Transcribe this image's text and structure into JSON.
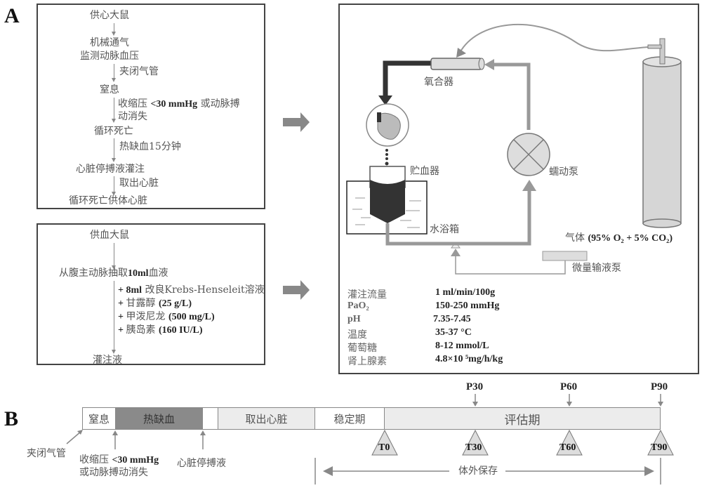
{
  "panel_a": {
    "label": "A",
    "donor_heart": {
      "steps": [
        "供心大鼠",
        "机械通气",
        "监测动脉血压",
        "窒息",
        "循环死亡",
        "心脏停搏液灌注",
        "循环死亡供体心脏"
      ],
      "transitions": [
        "夹闭气管",
        "收缩压",
        "<30 mmHg",
        "或动脉搏",
        "动消失",
        "热缺血15分钟",
        "取出心脏"
      ]
    },
    "donor_blood": {
      "steps": [
        "供血大鼠",
        "灌注液"
      ],
      "draw_prefix": "从腹主动脉抽取",
      "draw_amount": "10ml",
      "draw_suffix": "血液",
      "additives": [
        {
          "prefix": "+ ",
          "bold_amount": "8ml",
          "name": " 改良Krebs-Henseleit溶液",
          "conc": ""
        },
        {
          "prefix": "+ ",
          "bold_amount": "",
          "name": "甘露醇 ",
          "conc": "(25 g/L)"
        },
        {
          "prefix": "+ ",
          "bold_amount": "",
          "name": "甲泼尼龙 ",
          "conc": "(500 mg/L)"
        },
        {
          "prefix": "+ ",
          "bold_amount": "",
          "name": "胰岛素 ",
          "conc": "(160 IU/L)"
        }
      ]
    },
    "apparatus": {
      "oxygenator": "氧合器",
      "reservoir": "贮血器",
      "water_bath": "水浴箱",
      "peristaltic_pump": "蠕动泵",
      "micro_pump": "微量输液泵",
      "gas_prefix": "气体",
      "gas_composition": "(95% O₂ + 5% CO₂)"
    },
    "parameters": [
      {
        "name": "灌注流量",
        "value": "1 ml/min/100g",
        "name_bold": false
      },
      {
        "name": "PaO₂",
        "value": "150-250 mmHg",
        "name_bold": true
      },
      {
        "name": "pH",
        "value": "7.35-7.45",
        "name_bold": true
      },
      {
        "name": "温度",
        "value": "35-37 °C",
        "name_bold": false
      },
      {
        "name": "葡萄糖",
        "value": "8-12 mmol/L",
        "name_bold": false
      },
      {
        "name": "肾上腺素",
        "value": "4.8×10 ⁵mg/h/kg",
        "name_bold": false
      }
    ]
  },
  "panel_b": {
    "label": "B",
    "segments": [
      "窒息",
      "热缺血",
      "",
      "取出心脏",
      "稳定期",
      "评估期"
    ],
    "annotations": {
      "clamp": "夹闭气管",
      "sbp_prefix": "收缩压",
      "sbp_value": "<30 mmHg",
      "sbp_line2": "或动脉搏动消失",
      "cardioplegia": "心脏停搏液"
    },
    "time_points": [
      "T0",
      "T30",
      "T60",
      "T90"
    ],
    "perfusion_points": [
      "P30",
      "P60",
      "P90"
    ],
    "ex_vivo": "体外保存"
  },
  "colors": {
    "border": "#444444",
    "text": "#555555",
    "arrow_gray": "#888888",
    "warm_ischemia_fill": "#888888",
    "light_fill": "#ececec",
    "dark_tube": "#333333"
  }
}
